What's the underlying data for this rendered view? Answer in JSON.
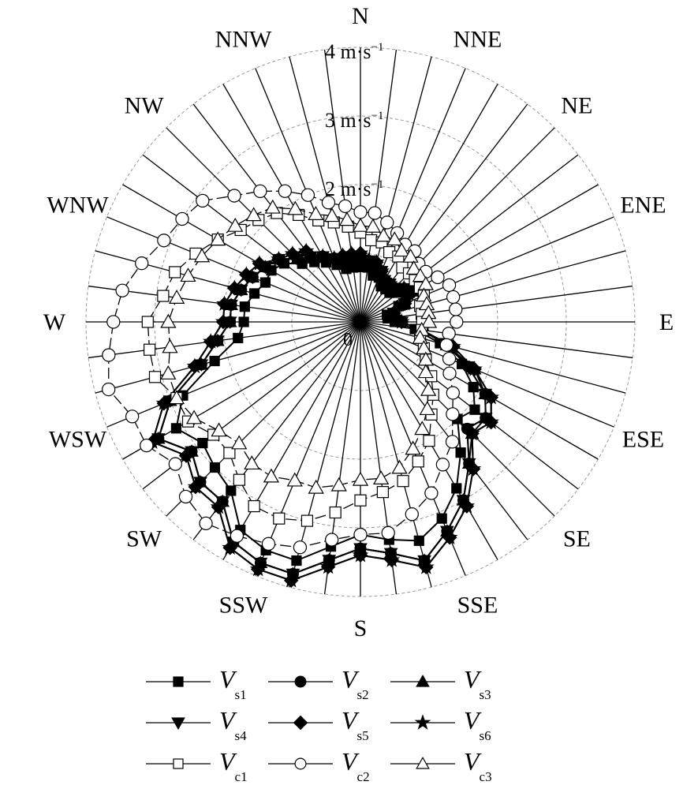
{
  "chart_data": {
    "type": "polar-line",
    "directions": [
      "N",
      "NNE",
      "NE",
      "ENE",
      "E",
      "ESE",
      "SE",
      "SSE",
      "S",
      "SSW",
      "SW",
      "WSW",
      "W",
      "WNW",
      "NW",
      "NNW"
    ],
    "angle_step_deg": 7.5,
    "radial_unit": "m·s⁻¹",
    "radial_ticks": [
      {
        "value": 2,
        "label": "2 m·s",
        "sup": "−1"
      },
      {
        "value": 3,
        "label": "3 m·s",
        "sup": "−1"
      },
      {
        "value": 4,
        "label": "4 m·s",
        "sup": "−1"
      }
    ],
    "origin_label": "0",
    "rlim": [
      0,
      4
    ],
    "series": [
      {
        "name": "V",
        "sub": "s1",
        "marker": "square",
        "fill": "#000",
        "values": [
          0.8,
          0.8,
          0.7,
          0.7,
          0.6,
          0.6,
          0.6,
          0.7,
          0.8,
          0.6,
          0.4,
          0.4,
          0.5,
          0.8,
          1.2,
          1.6,
          1.9,
          2.1,
          2.0,
          2.4,
          2.8,
          3.1,
          3.3,
          3.2,
          3.1,
          3.3,
          3.6,
          3.6,
          3.5,
          3.1,
          3.0,
          2.9,
          3.1,
          2.8,
          2.2,
          1.8,
          1.7,
          1.7,
          1.6,
          1.5,
          1.5,
          1.4,
          1.2,
          1.1,
          1.0,
          0.9,
          0.8,
          0.8
        ]
      },
      {
        "name": "V",
        "sub": "s2",
        "marker": "circle",
        "fill": "#000",
        "values": [
          0.9,
          0.9,
          0.8,
          0.8,
          0.7,
          0.7,
          0.7,
          0.8,
          0.9,
          0.7,
          0.5,
          0.5,
          0.6,
          0.9,
          1.3,
          1.7,
          2.1,
          2.3,
          2.2,
          2.6,
          3.0,
          3.3,
          3.6,
          3.4,
          3.3,
          3.5,
          3.8,
          3.8,
          3.7,
          3.3,
          3.3,
          3.1,
          3.4,
          3.0,
          2.4,
          2.1,
          1.9,
          1.9,
          1.8,
          1.7,
          1.6,
          1.5,
          1.3,
          1.2,
          1.1,
          1.0,
          0.9,
          0.9
        ]
      },
      {
        "name": "V",
        "sub": "s3",
        "marker": "triangle-up",
        "fill": "#000",
        "values": [
          0.9,
          0.9,
          0.8,
          0.8,
          0.7,
          0.7,
          0.7,
          0.8,
          0.9,
          0.7,
          0.5,
          0.5,
          0.6,
          0.9,
          1.3,
          1.8,
          2.1,
          2.3,
          2.3,
          2.6,
          3.0,
          3.3,
          3.6,
          3.4,
          3.3,
          3.5,
          3.8,
          3.8,
          3.7,
          3.3,
          3.3,
          3.1,
          3.4,
          3.0,
          2.4,
          2.1,
          1.9,
          1.9,
          1.8,
          1.7,
          1.6,
          1.5,
          1.3,
          1.2,
          1.1,
          1.0,
          0.9,
          0.9
        ]
      },
      {
        "name": "V",
        "sub": "s4",
        "marker": "triangle-down",
        "fill": "#000",
        "values": [
          0.9,
          0.9,
          0.8,
          0.8,
          0.7,
          0.7,
          0.7,
          0.8,
          0.9,
          0.7,
          0.5,
          0.5,
          0.6,
          0.9,
          1.3,
          1.7,
          2.1,
          2.3,
          2.2,
          2.6,
          3.0,
          3.3,
          3.6,
          3.4,
          3.3,
          3.5,
          3.8,
          3.8,
          3.7,
          3.3,
          3.3,
          3.1,
          3.4,
          3.0,
          2.4,
          2.1,
          1.9,
          1.9,
          1.8,
          1.7,
          1.6,
          1.5,
          1.3,
          1.2,
          1.1,
          1.0,
          0.9,
          0.9
        ]
      },
      {
        "name": "V",
        "sub": "s5",
        "marker": "diamond",
        "fill": "#000",
        "values": [
          1.0,
          0.9,
          0.9,
          0.8,
          0.7,
          0.7,
          0.7,
          0.8,
          0.9,
          0.7,
          0.5,
          0.5,
          0.6,
          0.9,
          1.4,
          1.8,
          2.2,
          2.4,
          2.3,
          2.7,
          3.1,
          3.4,
          3.7,
          3.5,
          3.4,
          3.6,
          3.9,
          3.9,
          3.8,
          3.4,
          3.4,
          3.2,
          3.5,
          3.1,
          2.5,
          2.2,
          2.0,
          2.0,
          1.9,
          1.8,
          1.7,
          1.5,
          1.4,
          1.3,
          1.1,
          1.0,
          1.0,
          1.0
        ]
      },
      {
        "name": "V",
        "sub": "s6",
        "marker": "star",
        "fill": "#000",
        "values": [
          1.0,
          0.9,
          0.9,
          0.8,
          0.7,
          0.7,
          0.7,
          0.8,
          0.9,
          0.7,
          0.5,
          0.5,
          0.6,
          0.9,
          1.4,
          1.8,
          2.2,
          2.4,
          2.3,
          2.7,
          3.1,
          3.4,
          3.7,
          3.5,
          3.4,
          3.6,
          3.9,
          3.9,
          3.8,
          3.4,
          3.4,
          3.2,
          3.5,
          3.1,
          2.5,
          2.2,
          2.0,
          2.0,
          1.9,
          1.8,
          1.7,
          1.5,
          1.4,
          1.3,
          1.1,
          1.0,
          1.0,
          1.0
        ]
      },
      {
        "name": "V",
        "sub": "c1",
        "marker": "square",
        "fill": "#fff",
        "values": [
          1.3,
          1.2,
          1.2,
          1.1,
          1.1,
          1.0,
          1.0,
          1.0,
          1.0,
          1.0,
          0.9,
          0.9,
          0.9,
          0.9,
          0.9,
          1.0,
          1.1,
          1.3,
          1.5,
          1.7,
          2.0,
          2.2,
          2.4,
          2.5,
          2.6,
          2.8,
          3.0,
          3.1,
          3.1,
          2.9,
          2.7,
          2.7,
          2.9,
          2.9,
          3.1,
          3.1,
          3.1,
          2.9,
          2.8,
          2.6,
          2.4,
          2.2,
          2.1,
          2.0,
          1.8,
          1.6,
          1.5,
          1.4
        ]
      },
      {
        "name": "V",
        "sub": "c2",
        "marker": "circle",
        "fill": "#fff",
        "values": [
          1.6,
          1.6,
          1.5,
          1.4,
          1.3,
          1.3,
          1.2,
          1.2,
          1.3,
          1.4,
          1.4,
          1.4,
          1.4,
          1.3,
          1.3,
          1.4,
          1.5,
          1.7,
          1.9,
          2.2,
          2.4,
          2.7,
          2.9,
          3.1,
          3.1,
          3.2,
          3.4,
          3.5,
          3.6,
          3.7,
          3.6,
          3.4,
          3.6,
          3.6,
          3.8,
          3.7,
          3.6,
          3.5,
          3.3,
          3.1,
          3.0,
          2.9,
          2.6,
          2.4,
          2.2,
          2.0,
          1.8,
          1.7
        ]
      },
      {
        "name": "V",
        "sub": "c3",
        "marker": "triangle-up",
        "fill": "#fff",
        "values": [
          1.4,
          1.4,
          1.3,
          1.3,
          1.2,
          1.2,
          1.1,
          1.1,
          1.1,
          1.0,
          1.0,
          1.0,
          1.0,
          0.9,
          0.9,
          1.0,
          1.1,
          1.2,
          1.4,
          1.6,
          1.8,
          2.0,
          2.2,
          2.3,
          2.3,
          2.4,
          2.5,
          2.5,
          2.6,
          2.6,
          2.5,
          2.6,
          2.8,
          2.9,
          2.9,
          2.8,
          2.8,
          2.7,
          2.6,
          2.5,
          2.4,
          2.3,
          2.2,
          2.1,
          1.9,
          1.7,
          1.6,
          1.5
        ]
      }
    ],
    "legend_position": "bottom"
  }
}
